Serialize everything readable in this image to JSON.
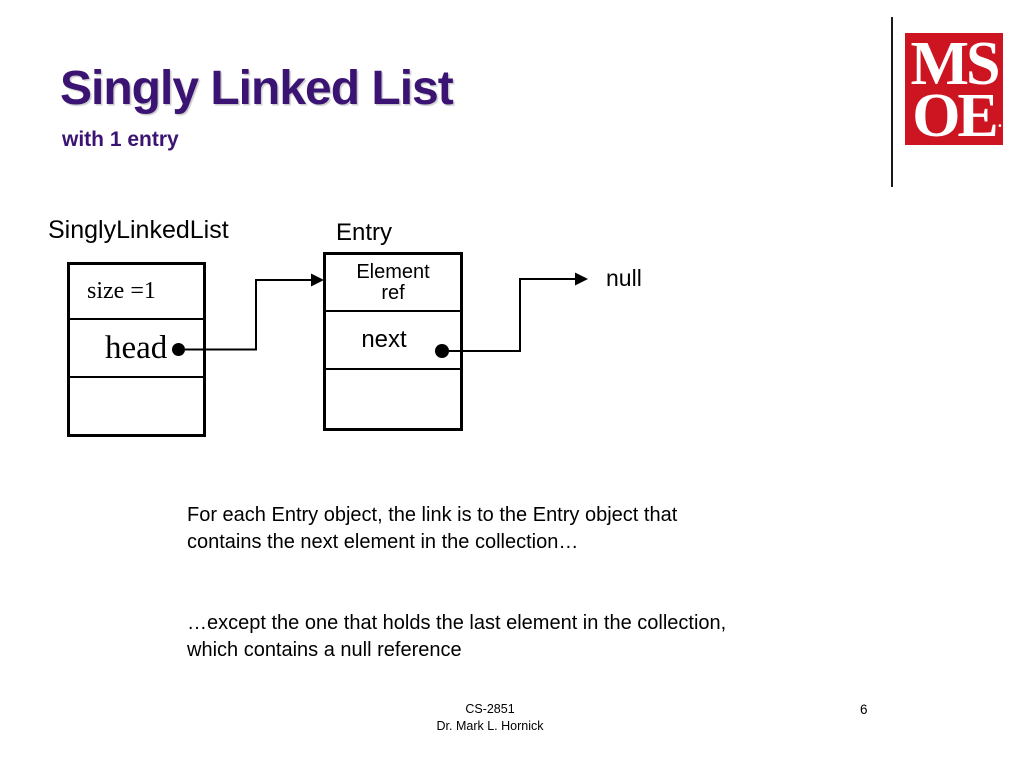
{
  "slide": {
    "title": "Singly Linked List",
    "subtitle": "with 1 entry"
  },
  "logo": {
    "top_letters": "MS",
    "bottom_letters": "OE",
    "period": "."
  },
  "diagram": {
    "list_label": "SinglyLinkedList",
    "list_box": {
      "size_field": "size =1",
      "head_field": "head"
    },
    "entry_label": "Entry",
    "entry_box": {
      "element_ref_field": "Element\nref",
      "next_field": "next"
    },
    "null_label": "null"
  },
  "body": {
    "paragraph1": "For each Entry object, the link is to the Entry object that\ncontains the next element in the collection…",
    "paragraph2": "…except the one that holds the last element in the collection,\nwhich contains a null reference"
  },
  "footer": {
    "course": "CS-2851",
    "author": "Dr. Mark L. Hornick",
    "page_number": "6"
  },
  "colors": {
    "title_purple": "#3b1373",
    "logo_red": "#cd1522",
    "text_black": "#000000"
  }
}
